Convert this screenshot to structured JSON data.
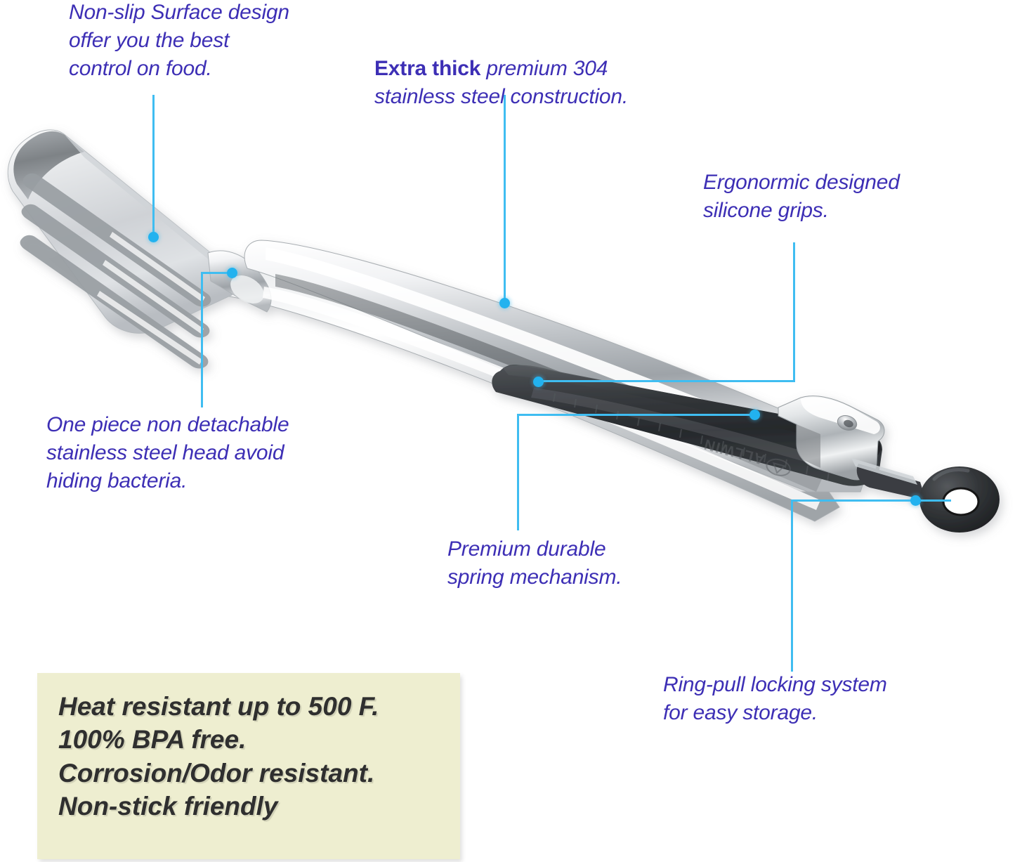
{
  "image": {
    "subject": "stainless steel kitchen tongs with silicone grips",
    "brand_mark": "ALLWIN",
    "background_color": "#ffffff",
    "callout_text_color": "#3d2fb5",
    "leader_line_color": "#3fbdf1",
    "highlight_box_color": "#eeeed0"
  },
  "callouts": {
    "non_slip": "Non-slip Surface design\noffer you the best\ncontrol on food.",
    "extra_thick_bold": "Extra thick",
    "extra_thick_rest": " premium 304\nstainless steel construction.",
    "ergonomic": "Ergonormic designed\nsilicone grips.",
    "one_piece": "One piece non detachable\nstainless steel head avoid\nhiding bacteria.",
    "spring": "Premium durable\nspring mechanism.",
    "ring_pull": "Ring-pull locking system\nfor easy storage."
  },
  "feature_box": {
    "text": "Heat resistant up to 500 F.\n100% BPA free.\nCorrosion/Odor resistant.\nNon-stick friendly",
    "lines": [
      "Heat resistant up to 500 F.",
      "100% BPA free.",
      "Corrosion/Odor resistant.",
      "Non-stick friendly"
    ],
    "heat_rating": "500 F",
    "bpa": "100% BPA free"
  },
  "product_colors": {
    "steel_light": "#f4f5f6",
    "steel_mid": "#c9ccd0",
    "steel_dark": "#8d9296",
    "steel_shadow": "#6e7376",
    "silicone": "#35383b",
    "silicone_dark": "#202325",
    "silicone_light": "#4a4e52"
  }
}
